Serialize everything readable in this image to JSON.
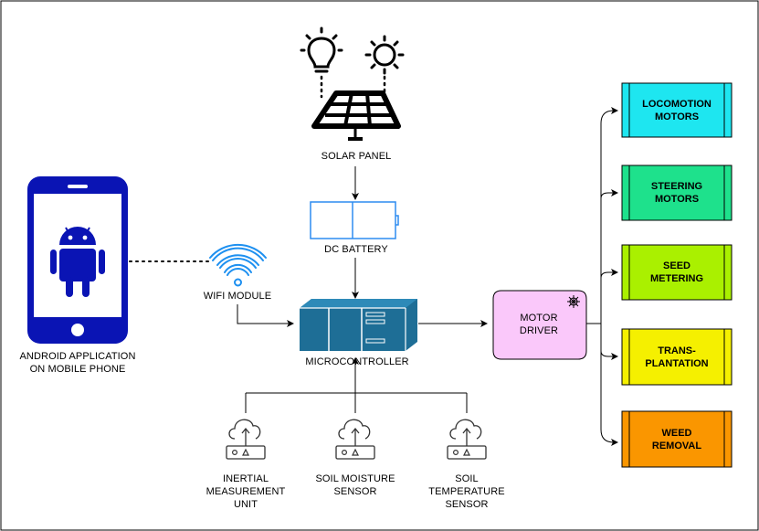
{
  "components": {
    "solar_panel": "SOLAR PANEL",
    "battery": "DC BATTERY",
    "wifi": "WIFI MODULE",
    "microcontroller": "MICROCONTROLLER",
    "android_line1": "ANDROID APPLICATION",
    "android_line2": "ON MOBILE PHONE",
    "motor_driver_line1": "MOTOR",
    "motor_driver_line2": "DRIVER"
  },
  "sensors": [
    {
      "lines": [
        "INERTIAL",
        "MEASUREMENT",
        "UNIT"
      ]
    },
    {
      "lines": [
        "SOIL MOISTURE",
        "SENSOR"
      ]
    },
    {
      "lines": [
        "SOIL",
        "TEMPERATURE",
        "SENSOR"
      ]
    }
  ],
  "outputs": [
    {
      "lines": [
        "LOCOMOTION",
        "MOTORS"
      ],
      "color": "#1EE6F0"
    },
    {
      "lines": [
        "STEERING",
        "MOTORS"
      ],
      "color": "#1EE18C"
    },
    {
      "lines": [
        "SEED",
        "METERING"
      ],
      "color": "#AAF000"
    },
    {
      "lines": [
        "TRANS-",
        "PLANTATION"
      ],
      "color": "#F5F000"
    },
    {
      "lines": [
        "WEED",
        "REMOVAL"
      ],
      "color": "#FA9600"
    }
  ],
  "colors": {
    "phone": "#0A14B4",
    "wifi": "#1E90F0",
    "microcontroller": "#1E6E96",
    "battery_outline": "#2D8CF0",
    "motor_driver": "#FAC8FA",
    "line": "#000000"
  }
}
